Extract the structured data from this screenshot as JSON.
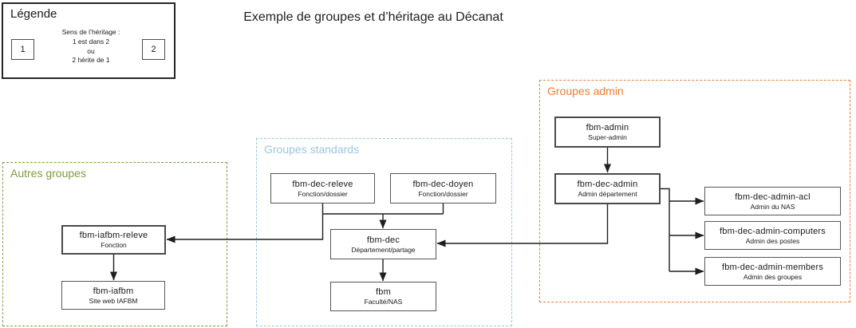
{
  "title": "Exemple de groupes et d’héritage au Décanat",
  "legend": {
    "title": "Légende",
    "node1": "1",
    "node2": "2",
    "lines": [
      "Sens de l’héritage :",
      "1 est dans 2",
      "ou",
      "2 hérite de 1"
    ]
  },
  "sections": {
    "autres": {
      "label": "Autres groupes",
      "color": "#7E9C3F"
    },
    "standards": {
      "label": "Groupes standards",
      "color": "#9CC6E0"
    },
    "admin": {
      "label": "Groupes admin",
      "color": "#ED7D31"
    }
  },
  "nodes": {
    "fbm_admin": {
      "name": "fbm-admin",
      "subtitle": "Super-admin"
    },
    "fbm_dec_admin": {
      "name": "fbm-dec-admin",
      "subtitle": "Admin département"
    },
    "fbm_dec_admin_acl": {
      "name": "fbm-dec-admin-acl",
      "subtitle": "Admin du NAS"
    },
    "fbm_dec_admin_computers": {
      "name": "fbm-dec-admin-computers",
      "subtitle": "Admin des postes"
    },
    "fbm_dec_admin_members": {
      "name": "fbm-dec-admin-members",
      "subtitle": "Admin des groupes"
    },
    "fbm_dec_releve": {
      "name": "fbm-dec-releve",
      "subtitle": "Fonction/dossier"
    },
    "fbm_dec_doyen": {
      "name": "fbm-dec-doyen",
      "subtitle": "Fonction/dossier"
    },
    "fbm_dec": {
      "name": "fbm-dec",
      "subtitle": "Département/partage"
    },
    "fbm": {
      "name": "fbm",
      "subtitle": "Faculté/NAS"
    },
    "fbm_iafbm_releve": {
      "name": "fbm-iafbm-releve",
      "subtitle": "Fonction"
    },
    "fbm_iafbm": {
      "name": "fbm-iafbm",
      "subtitle": "Site web IAFBM"
    }
  },
  "edges": [
    {
      "from": "fbm-admin",
      "to": "fbm-dec-admin"
    },
    {
      "from": "fbm-dec-admin",
      "to": "fbm-dec-admin-acl"
    },
    {
      "from": "fbm-dec-admin",
      "to": "fbm-dec-admin-computers"
    },
    {
      "from": "fbm-dec-admin",
      "to": "fbm-dec-admin-members"
    },
    {
      "from": "fbm-dec-admin",
      "to": "fbm-dec"
    },
    {
      "from": "fbm-dec-releve",
      "to": "fbm-dec"
    },
    {
      "from": "fbm-dec-doyen",
      "to": "fbm-dec"
    },
    {
      "from": "fbm-dec-releve",
      "to": "fbm-iafbm-releve"
    },
    {
      "from": "fbm-dec",
      "to": "fbm"
    },
    {
      "from": "fbm-iafbm-releve",
      "to": "fbm-iafbm"
    }
  ]
}
